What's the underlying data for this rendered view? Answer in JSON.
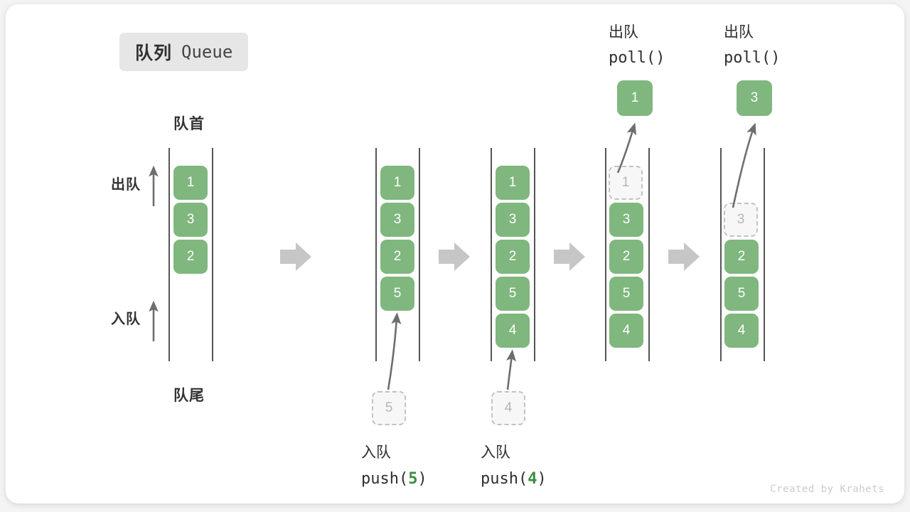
{
  "title": {
    "cn": "队列",
    "en": "Queue"
  },
  "labels": {
    "head": "队首",
    "tail": "队尾",
    "dequeue": "出队",
    "enqueue": "入队"
  },
  "credit": "Created by Krahets",
  "colors": {
    "cell_fill": "#7fb77e",
    "cell_text": "#ffffff",
    "ghost_fill": "#f7f7f7",
    "ghost_border": "#c2c2c2",
    "ghost_text": "#b6b6b6",
    "rail": "#555555",
    "arrow": "#6e6e6e",
    "step_arrow": "#c6c6c6",
    "accent_green": "#3d8b42",
    "badge_bg": "#e6e6e6"
  },
  "columns": [
    {
      "id": "initial",
      "cells": [
        {
          "value": "1",
          "state": "filled"
        },
        {
          "value": "3",
          "state": "filled"
        },
        {
          "value": "2",
          "state": "filled"
        }
      ]
    },
    {
      "id": "after-push-5",
      "cells": [
        {
          "value": "1",
          "state": "filled"
        },
        {
          "value": "3",
          "state": "filled"
        },
        {
          "value": "2",
          "state": "filled"
        },
        {
          "value": "5",
          "state": "filled"
        }
      ],
      "incoming": {
        "value": "5",
        "state": "ghost"
      },
      "caption": {
        "cn": "入队",
        "fn": "push",
        "arg": "5"
      }
    },
    {
      "id": "after-push-4",
      "cells": [
        {
          "value": "1",
          "state": "filled"
        },
        {
          "value": "3",
          "state": "filled"
        },
        {
          "value": "2",
          "state": "filled"
        },
        {
          "value": "5",
          "state": "filled"
        },
        {
          "value": "4",
          "state": "filled"
        }
      ],
      "incoming": {
        "value": "4",
        "state": "ghost"
      },
      "caption": {
        "cn": "入队",
        "fn": "push",
        "arg": "4"
      }
    },
    {
      "id": "after-poll-1",
      "cells": [
        {
          "value": "1",
          "state": "ghost"
        },
        {
          "value": "3",
          "state": "filled"
        },
        {
          "value": "2",
          "state": "filled"
        },
        {
          "value": "5",
          "state": "filled"
        },
        {
          "value": "4",
          "state": "filled"
        }
      ],
      "outgoing": {
        "value": "1",
        "state": "filled"
      },
      "caption": {
        "cn": "出队",
        "fn": "poll",
        "arg": ""
      }
    },
    {
      "id": "after-poll-3",
      "cells": [
        {
          "value": "3",
          "state": "ghost"
        },
        {
          "value": "2",
          "state": "filled"
        },
        {
          "value": "5",
          "state": "filled"
        },
        {
          "value": "4",
          "state": "filled"
        }
      ],
      "outgoing": {
        "value": "3",
        "state": "filled"
      },
      "caption": {
        "cn": "出队",
        "fn": "poll",
        "arg": ""
      }
    }
  ],
  "captions": {
    "push5": {
      "cn": "入队",
      "code_open": "push(",
      "code_val": "5",
      "code_close": ")"
    },
    "push4": {
      "cn": "入队",
      "code_open": "push(",
      "code_val": "4",
      "code_close": ")"
    },
    "poll1": {
      "cn": "出队",
      "code": "poll()"
    },
    "poll2": {
      "cn": "出队",
      "code": "poll()"
    }
  }
}
